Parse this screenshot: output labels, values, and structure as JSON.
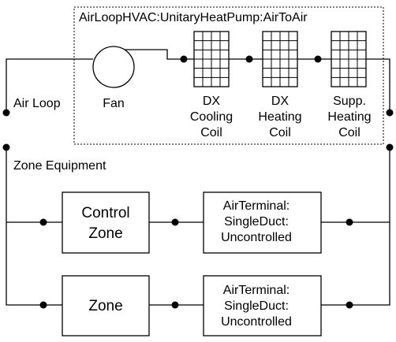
{
  "air_loop": {
    "label": "Air Loop",
    "unitary_system_label": "AirLoopHVAC:UnitaryHeatPump:AirToAir",
    "fan": {
      "label": "Fan",
      "icon": "fan-icon"
    },
    "dx_cooling_coil": {
      "line1": "DX",
      "line2": "Cooling",
      "line3": "Coil",
      "icon": "coil-icon"
    },
    "dx_heating_coil": {
      "line1": "DX",
      "line2": "Heating",
      "line3": "Coil",
      "icon": "coil-icon"
    },
    "supp_heating_coil": {
      "line1": "Supp.",
      "line2": "Heating",
      "line3": "Coil",
      "icon": "coil-icon"
    }
  },
  "zone_equipment": {
    "label": "Zone Equipment",
    "branches": [
      {
        "zone": {
          "line1": "Control",
          "line2": "Zone"
        },
        "terminal": {
          "line1": "AirTerminal:",
          "line2": "SingleDuct:",
          "line3": "Uncontrolled"
        }
      },
      {
        "zone": {
          "line1": "Zone"
        },
        "terminal": {
          "line1": "AirTerminal:",
          "line2": "SingleDuct:",
          "line3": "Uncontrolled"
        }
      }
    ]
  },
  "colors": {
    "line": "#000000",
    "background": "#ffffff"
  }
}
